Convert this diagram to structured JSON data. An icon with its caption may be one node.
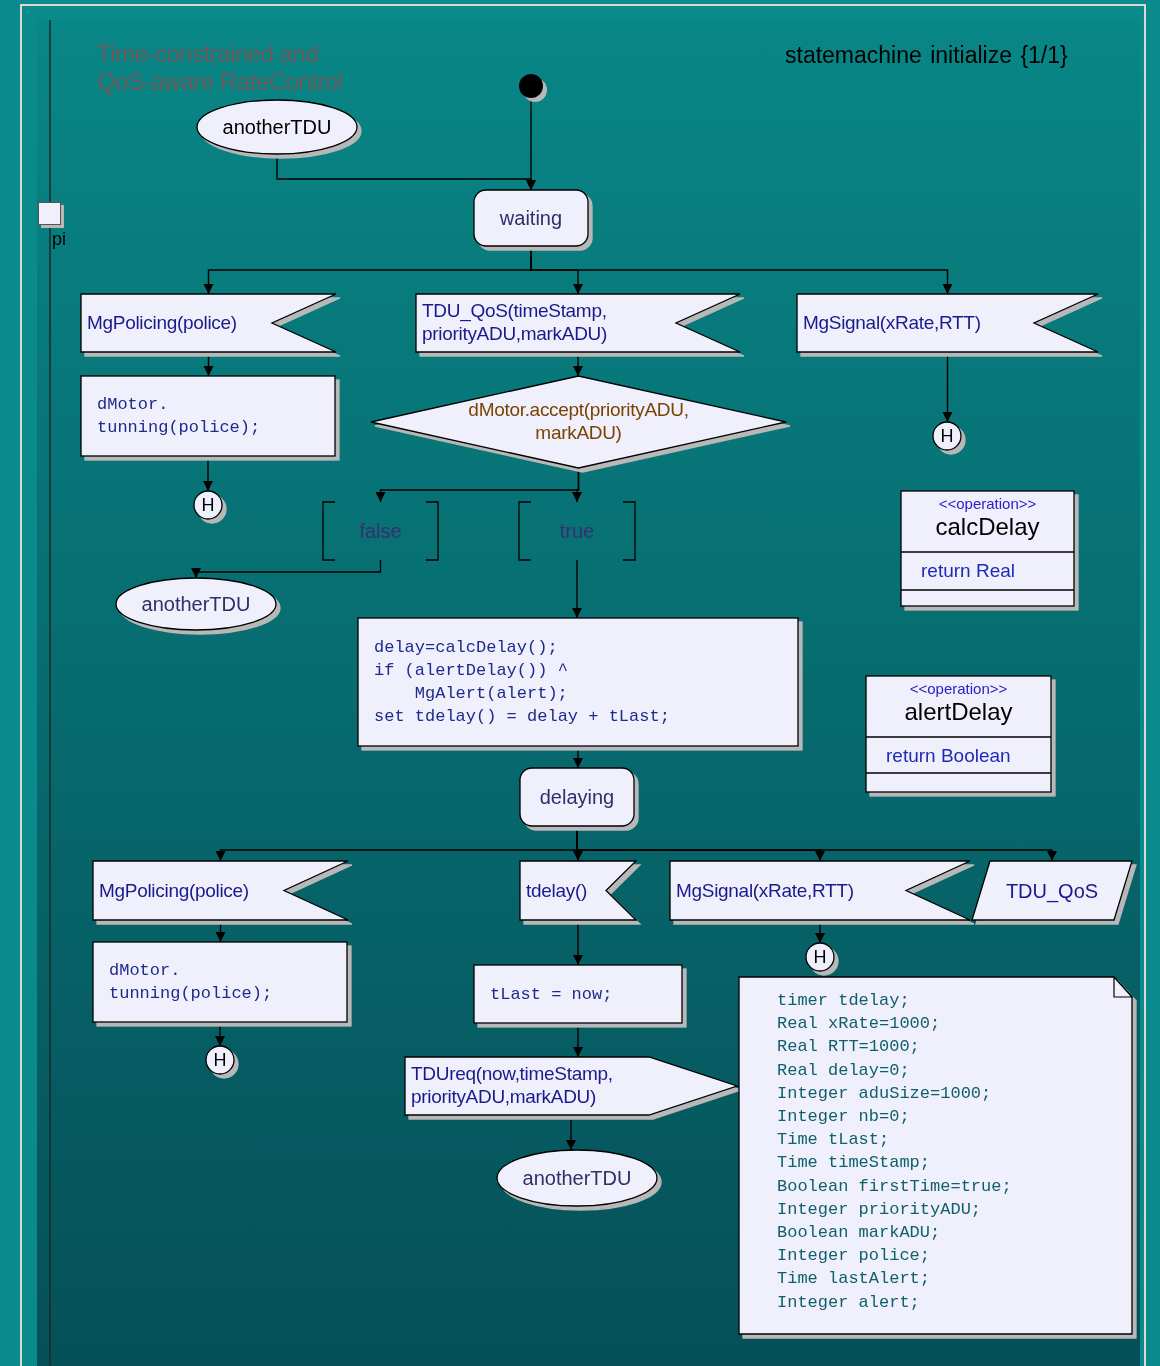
{
  "diagram": {
    "title": "Time-constrained and QoS-aware RateControl",
    "nodes": [
      {
        "text": [],
        "shape": "circle"
      },
      {
        "text": [
          "anotherTDU"
        ]
      },
      {
        "text": [
          "waiting"
        ]
      },
      {
        "text": [
          "MgPolicing(police)"
        ]
      },
      {
        "text": [
          "TDU_QoS(timeStamp, priorityADU,markADU)"
        ]
      },
      {
        "text": [
          "MgSignal(xRate,RTT)"
        ]
      },
      {
        "text": [
          "dMotor. tunning(police);"
        ]
      },
      {
        "text": [
          "dMotor.accept(priorityADU, markADU)"
        ]
      },
      {
        "text": [
          "H"
        ]
      },
      {
        "text": [
          "H"
        ]
      },
      {
        "text": [
          "false"
        ]
      },
      {
        "text": [
          "true"
        ]
      },
      {
        "text": [
          "anotherTDU"
        ]
      },
      {
        "text": [
          "delay=calcDelay();",
          "if (alertDelay()) ^ MgAlert(alert);",
          "set tdelay() = delay + tLast;"
        ]
      },
      {
        "text": [
          "<<operation>>",
          "calcDelay",
          "return Real"
        ]
      },
      {
        "text": [
          "<<operation>>",
          "alertDelay",
          "return Boolean"
        ]
      },
      {
        "text": [
          "delaying"
        ]
      },
      {
        "text": [
          "MgPolicing(police)"
        ]
      },
      {
        "text": [
          "tdelay()"
        ]
      },
      {
        "text": [
          "MgSignal(xRate,RTT)"
        ]
      },
      {
        "text": [
          "TDU_QoS"
        ]
      },
      {
        "text": [
          "dMotor. tunning(police);"
        ]
      },
      {
        "text": [
          "H"
        ]
      },
      {
        "text": [
          "tLast = now;"
        ]
      },
      {
        "text": [
          "H"
        ]
      },
      {
        "text": [
          "TDUreq(now,timeStamp, priorityADU,markADU)"
        ]
      },
      {
        "text": [
          "anotherTDU"
        ]
      },
      {
        "text": [
          "timer tdelay;",
          "Real xRate=1000;",
          "Real RTT=1000;",
          "Real delay=0;",
          "Integer aduSize=1000;",
          "Integer nb=0;",
          "Time tLast;",
          "Time timeStamp;",
          "Boolean firstTime=true;",
          "Integer priorityADU;",
          "Boolean markADU;",
          "Integer police;",
          "Time lastAlert;",
          "Integer alert;"
        ]
      }
    ],
    "edges": [
      {
        "from": 0,
        "to": 2,
        "arrow": "to"
      },
      {
        "from": 1,
        "to": 2,
        "arrow": "to"
      },
      {
        "from": 2,
        "to": 3,
        "arrow": "to"
      },
      {
        "from": 2,
        "to": 4,
        "arrow": "to"
      },
      {
        "from": 2,
        "to": 5,
        "arrow": "to"
      },
      {
        "from": 3,
        "to": 6,
        "arrow": "to"
      },
      {
        "from": 6,
        "to": 9,
        "arrow": "to"
      },
      {
        "from": 4,
        "to": 7,
        "arrow": "to"
      },
      {
        "from": 5,
        "to": 8,
        "arrow": "to"
      },
      {
        "from": 7,
        "to": 10,
        "arrow": "to"
      },
      {
        "from": 7,
        "to": 11,
        "arrow": "to"
      },
      {
        "from": 10,
        "to": 12,
        "arrow": "to"
      },
      {
        "from": 11,
        "to": 13,
        "arrow": "to"
      },
      {
        "from": 13,
        "to": 16,
        "arrow": "to"
      },
      {
        "from": 16,
        "to": 17,
        "arrow": "to"
      },
      {
        "from": 16,
        "to": 18,
        "arrow": "to"
      },
      {
        "from": 16,
        "to": 19,
        "arrow": "to"
      },
      {
        "from": 16,
        "to": 20,
        "arrow": "to"
      },
      {
        "from": 17,
        "to": 21,
        "arrow": "to"
      },
      {
        "from": 21,
        "to": 22,
        "arrow": "to"
      },
      {
        "from": 18,
        "to": 23,
        "arrow": "to"
      },
      {
        "from": 19,
        "to": 24,
        "arrow": "to"
      },
      {
        "from": 23,
        "to": 25,
        "arrow": "to"
      },
      {
        "from": 25,
        "to": 26,
        "arrow": "to"
      }
    ],
    "labels": [
      "statemachine initialize {1/1}",
      "pi"
    ]
  }
}
